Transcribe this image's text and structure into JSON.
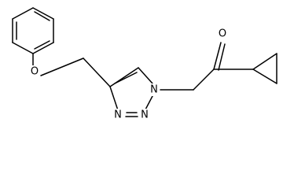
{
  "molecule": {
    "atoms": {
      "o_ether": "O",
      "o_carbonyl": "O",
      "n1": "N",
      "n2": "N",
      "n3": "N"
    }
  }
}
